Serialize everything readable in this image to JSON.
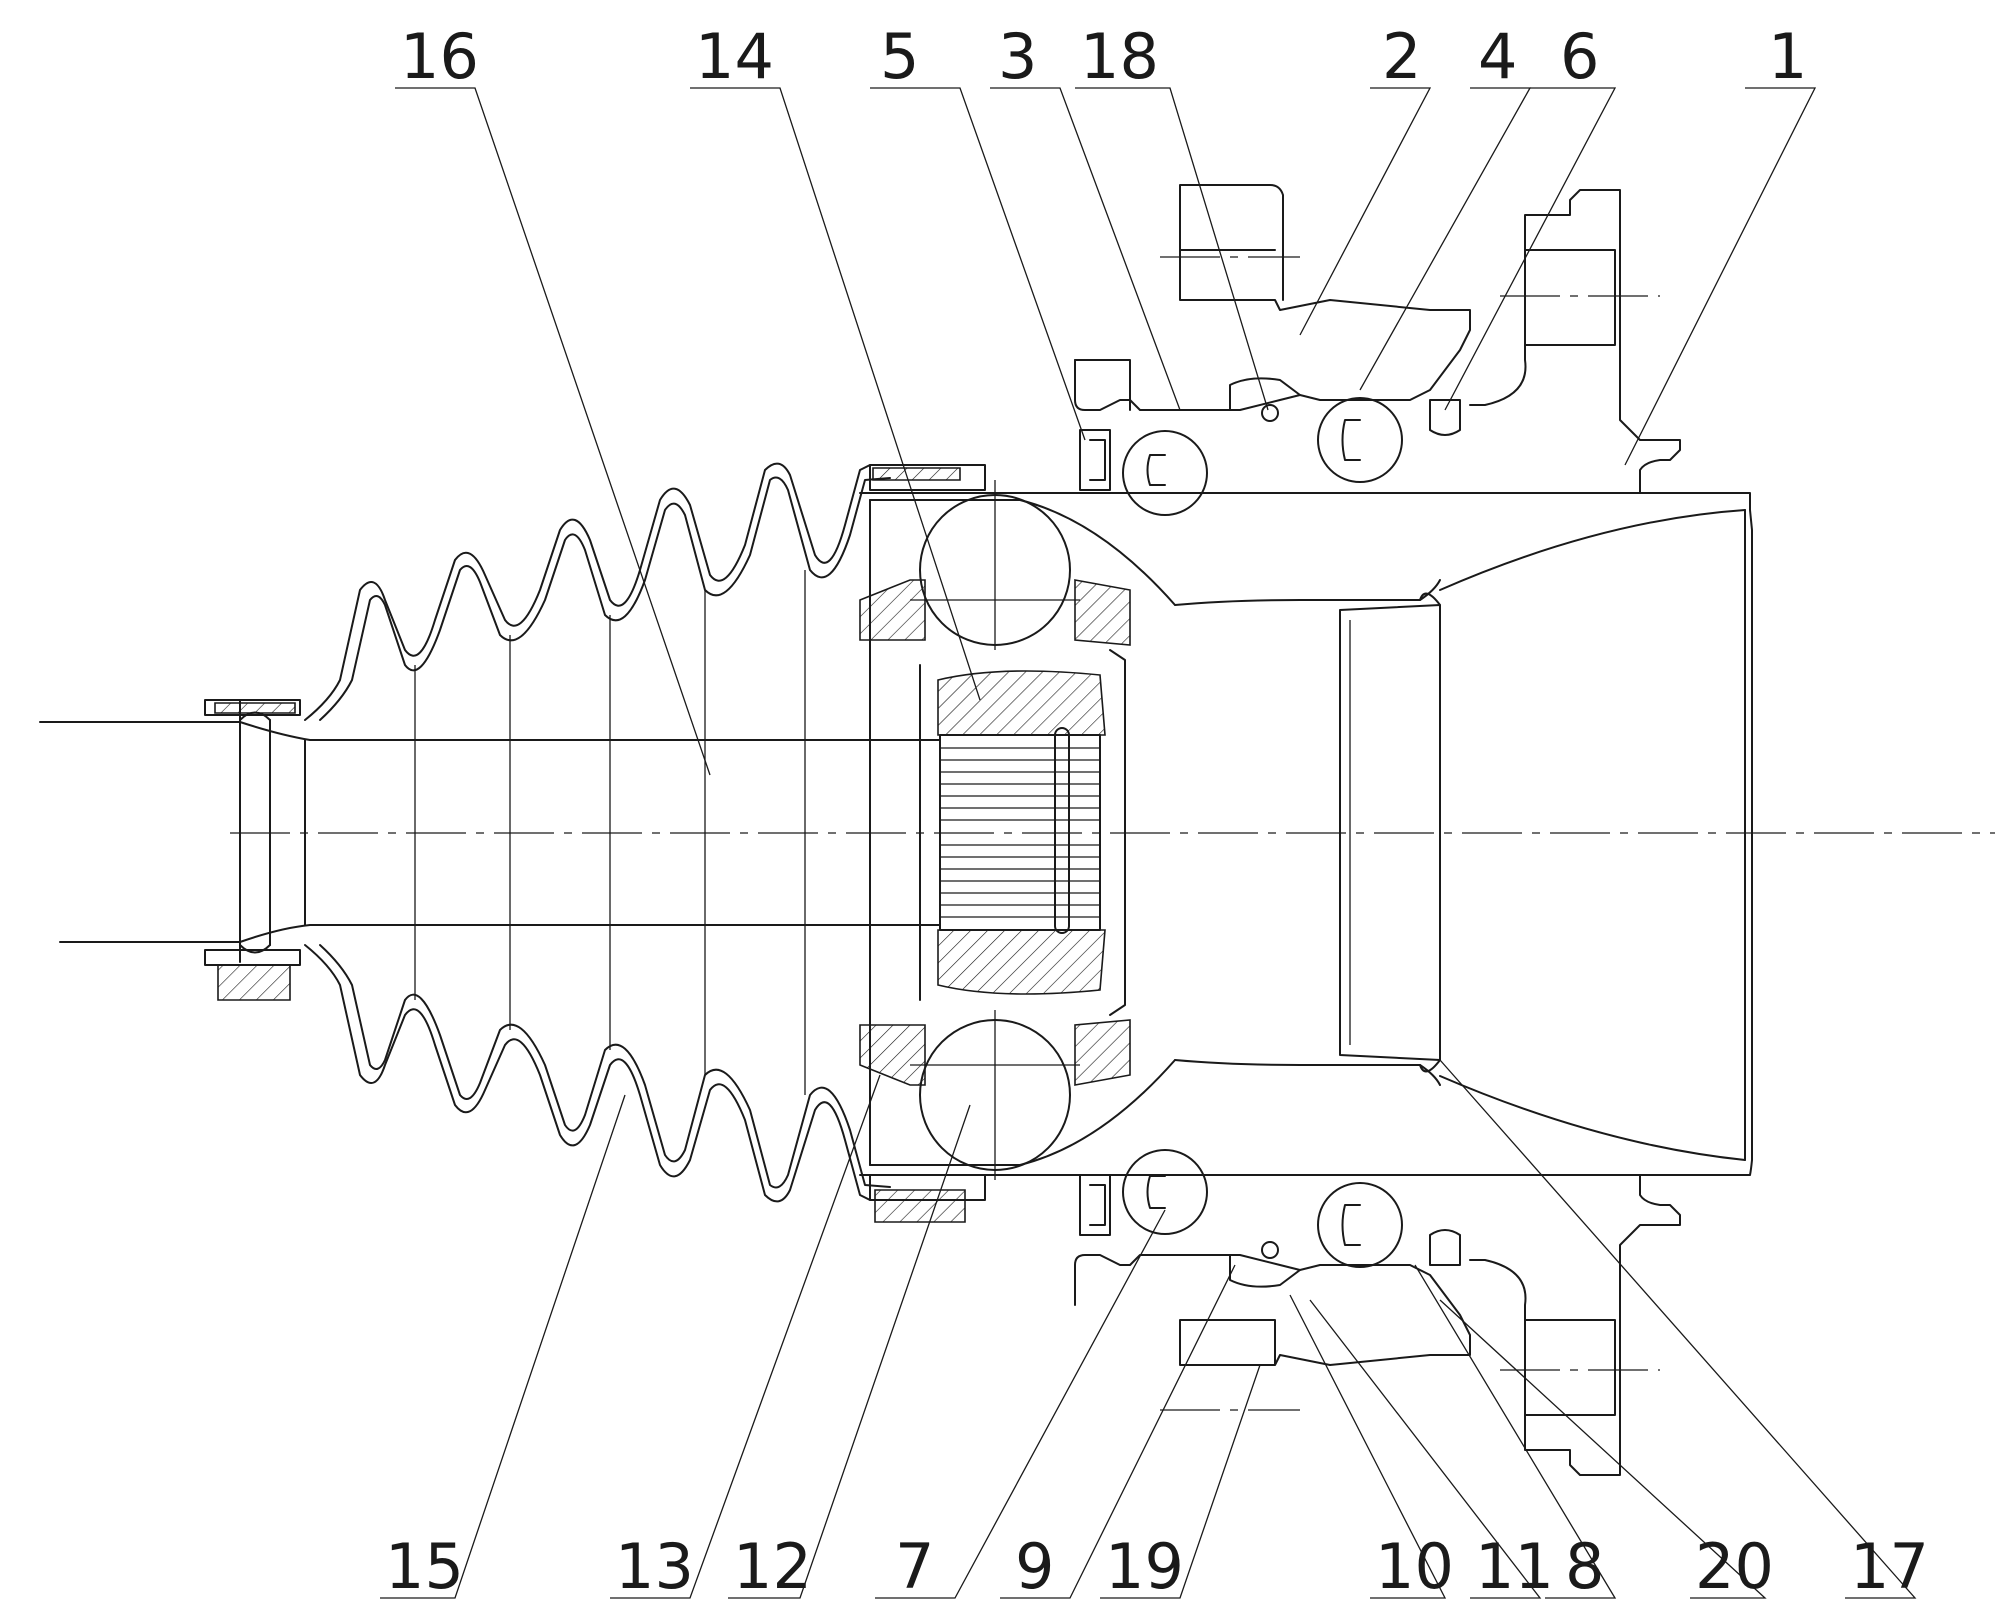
{
  "callouts": [
    {
      "id": "c16",
      "text": "16"
    },
    {
      "id": "c14",
      "text": "14"
    },
    {
      "id": "c5",
      "text": "5"
    },
    {
      "id": "c3",
      "text": "3"
    },
    {
      "id": "c18",
      "text": "18"
    },
    {
      "id": "c2",
      "text": "2"
    },
    {
      "id": "c4",
      "text": "4"
    },
    {
      "id": "c6",
      "text": "6"
    },
    {
      "id": "c1",
      "text": "1"
    },
    {
      "id": "c15",
      "text": "15"
    },
    {
      "id": "c13",
      "text": "13"
    },
    {
      "id": "c12",
      "text": "12"
    },
    {
      "id": "c7",
      "text": "7"
    },
    {
      "id": "c9",
      "text": "9"
    },
    {
      "id": "c19",
      "text": "19"
    },
    {
      "id": "c10",
      "text": "10"
    },
    {
      "id": "c11",
      "text": "11"
    },
    {
      "id": "c8",
      "text": "8"
    },
    {
      "id": "c20",
      "text": "20"
    },
    {
      "id": "c17",
      "text": "17"
    }
  ]
}
